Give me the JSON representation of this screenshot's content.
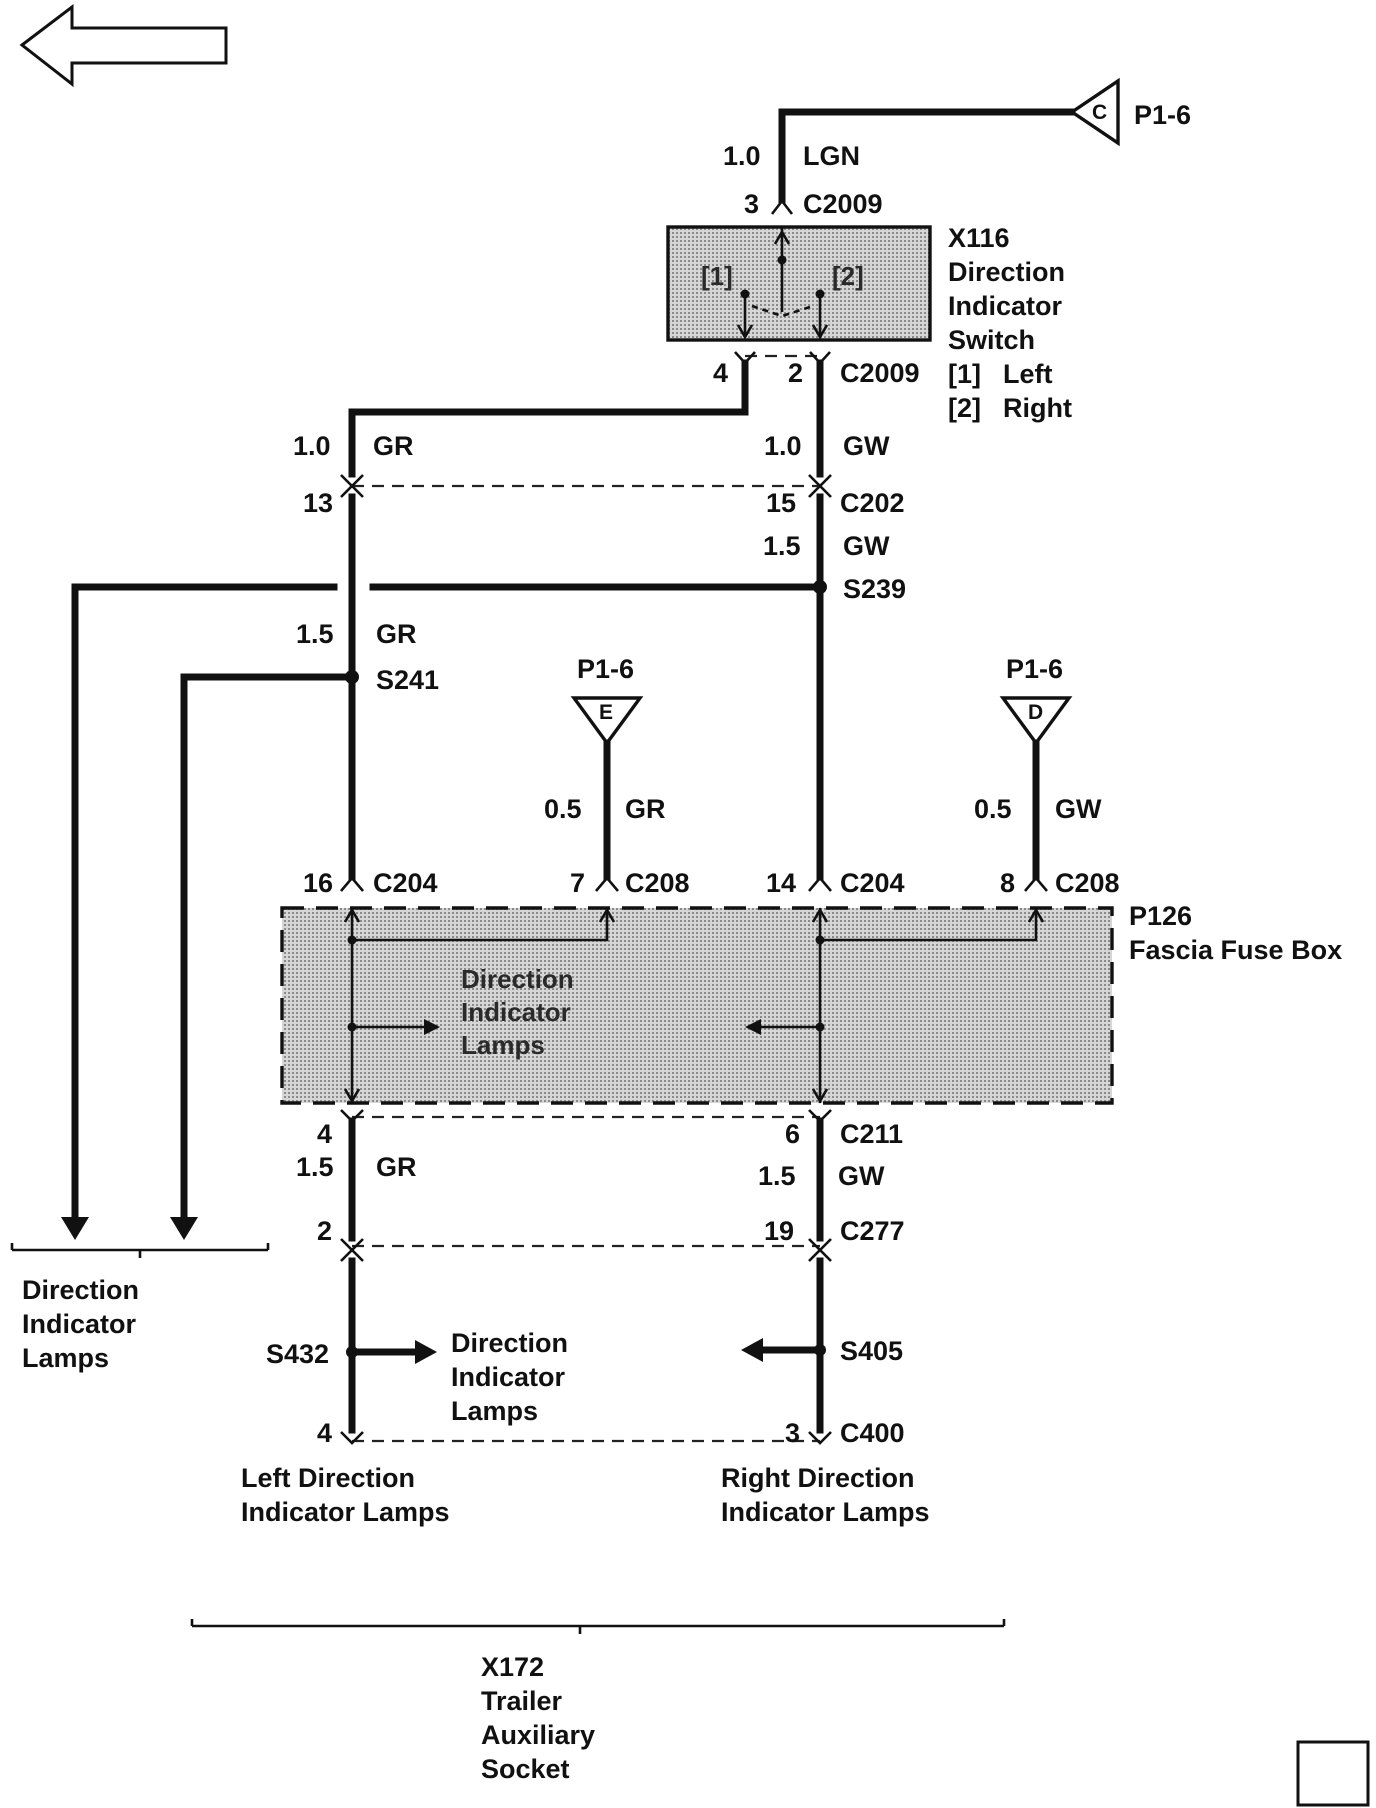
{
  "connectors": {
    "p1_6_top": "P1-6",
    "p1_6_top_pin": "C",
    "p1_6_e": "P1-6",
    "p1_6_e_pin": "E",
    "p1_6_d": "P1-6",
    "p1_6_d_pin": "D",
    "c2009_top": "C2009",
    "c2009_bottom": "C2009",
    "c202": "C202",
    "c204_left": "C204",
    "c204_right": "C204",
    "c208_left": "C208",
    "c208_right": "C208",
    "c211": "C211",
    "c277": "C277",
    "c400": "C400"
  },
  "splices": {
    "s239": "S239",
    "s241": "S241",
    "s432": "S432",
    "s405": "S405"
  },
  "pins": {
    "c2009_3": "3",
    "c2009_4": "4",
    "c2009_2": "2",
    "c202_13": "13",
    "c202_15": "15",
    "c204_16": "16",
    "c208_7": "7",
    "c204_14": "14",
    "c208_8": "8",
    "c211_4": "4",
    "c211_6": "6",
    "c277_2": "2",
    "c277_19": "19",
    "c400_4": "4",
    "c400_3": "3"
  },
  "wires": {
    "top_size": "1.0",
    "top_color": "LGN",
    "left_size_1": "1.0",
    "left_color_1": "GR",
    "right_size_1": "1.0",
    "right_color_1": "GW",
    "right_size_2": "1.5",
    "right_color_2": "GW",
    "left_size_2": "1.5",
    "left_color_2": "GR",
    "e_size": "0.5",
    "e_color": "GR",
    "d_size": "0.5",
    "d_color": "GW",
    "left_size_3": "1.5",
    "left_color_3": "GR",
    "right_size_3": "1.5",
    "right_color_3": "GW"
  },
  "switch": {
    "id": "X116",
    "name_line1": "Direction",
    "name_line2": "Indicator",
    "name_line3": "Switch",
    "legend1_key": "[1]",
    "legend1_val": "Left",
    "legend2_key": "[2]",
    "legend2_val": "Right",
    "pos1": "[1]",
    "pos2": "[2]"
  },
  "fusebox": {
    "id": "P126",
    "name": "Fascia Fuse Box",
    "inner_line1": "Direction",
    "inner_line2": "Indicator",
    "inner_line3": "Lamps"
  },
  "labels": {
    "left_lamps_line1": "Direction",
    "left_lamps_line2": "Indicator",
    "left_lamps_line3": "Lamps",
    "mid_lamps_line1": "Direction",
    "mid_lamps_line2": "Indicator",
    "mid_lamps_line3": "Lamps",
    "left_dir_line1": "Left Direction",
    "left_dir_line2": "Indicator Lamps",
    "right_dir_line1": "Right Direction",
    "right_dir_line2": "Indicator Lamps"
  },
  "socket": {
    "id": "X172",
    "line1": "Trailer",
    "line2": "Auxiliary",
    "line3": "Socket"
  },
  "icons": {
    "back": "back-arrow-icon",
    "page": "page-square-icon"
  }
}
